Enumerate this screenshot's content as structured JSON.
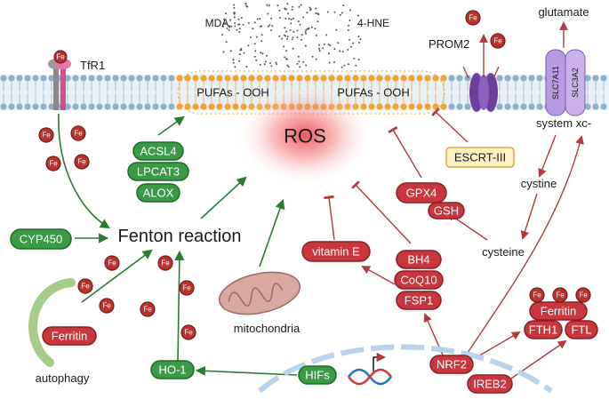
{
  "labels": {
    "mda": "MDA",
    "hne": "4-HNE",
    "tfr1": "TfR1",
    "prom2": "PROM2",
    "glutamate": "glutamate",
    "pufa_left": "PUFAs - OOH",
    "pufa_right": "PUFAs - OOH",
    "ros": "ROS",
    "system_xc": "system xc-",
    "slc7a11": "SLC7A11",
    "slc3a2": "SLC3A2",
    "cystine": "cystine",
    "cysteine": "cysteine",
    "fenton": "Fenton reaction",
    "mitochondria": "mitochondria",
    "autophagy": "autophagy",
    "fe": "Fe"
  },
  "pills": {
    "acsl4": "ACSL4",
    "lpcat3": "LPCAT3",
    "alox": "ALOX",
    "cyp450": "CYP450",
    "ferritin_left": "Ferritin",
    "ho1": "HO-1",
    "hifs": "HIFs",
    "vitamin_e": "vitamin E",
    "bh4": "BH4",
    "coq10": "CoQ10",
    "fsp1": "FSP1",
    "gpx4": "GPX4",
    "gsh": "GSH",
    "escrt": "ESCRT-III",
    "nrf2": "NRF2",
    "ireb2": "IREB2",
    "ferritin_right": "Ferritin",
    "fth1": "FTH1",
    "ftl": "FTL"
  },
  "colors": {
    "green": "#3a9a46",
    "red": "#c8373d",
    "yellow": "#fdf0c4",
    "membrane": "#8fb0c9",
    "lipid_head": "#f2a233",
    "transporter": "#9b7fc9"
  }
}
